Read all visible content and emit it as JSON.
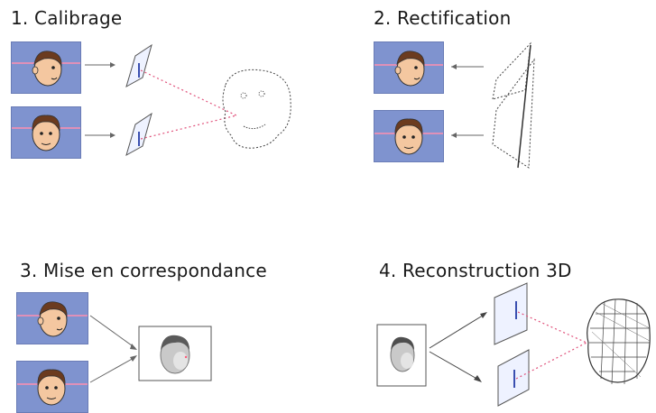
{
  "steps": [
    {
      "title": "1. Calibrage"
    },
    {
      "title": "2. Rectification"
    },
    {
      "title": "3. Mise en correspondance"
    },
    {
      "title": "4. Reconstruction 3D"
    }
  ]
}
